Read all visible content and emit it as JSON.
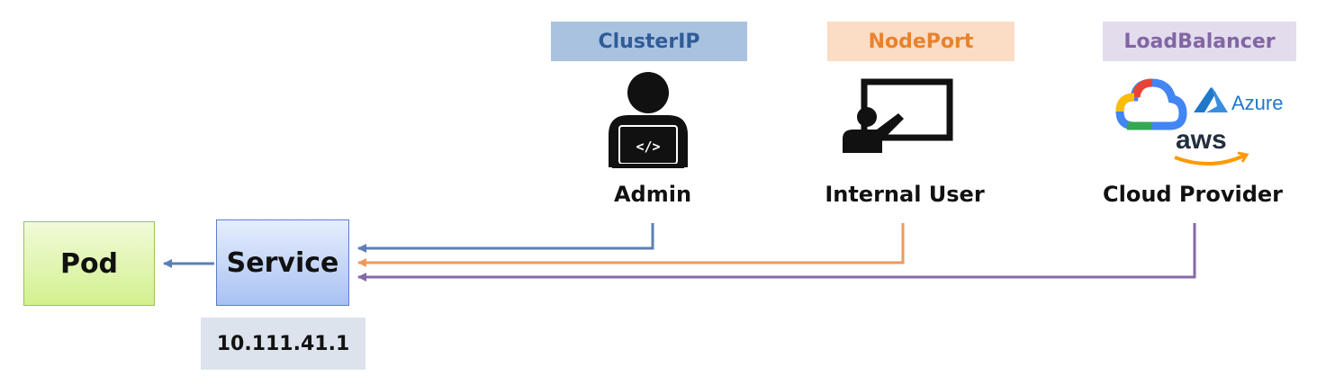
{
  "service_types": [
    {
      "label": "ClusterIP",
      "color": "#2f5c98"
    },
    {
      "label": "NodePort",
      "color": "#e8822d"
    },
    {
      "label": "LoadBalancer",
      "color": "#8166a4"
    }
  ],
  "actors": {
    "admin": {
      "label": "Admin",
      "icon": "admin-laptop-icon"
    },
    "internal_user": {
      "label": "Internal User",
      "icon": "presenter-icon"
    },
    "cloud_provider": {
      "label": "Cloud Provider",
      "icon": "cloud-logos-icon",
      "logo_text": {
        "azure": "Azure",
        "aws": "aws"
      }
    }
  },
  "nodes": {
    "pod": "Pod",
    "service": "Service",
    "service_ip": "10.111.41.1"
  },
  "colors": {
    "clusterip_line": "#5b7fb7",
    "nodeport_line": "#ee9a5e",
    "loadbalancer_line": "#8569a6"
  }
}
